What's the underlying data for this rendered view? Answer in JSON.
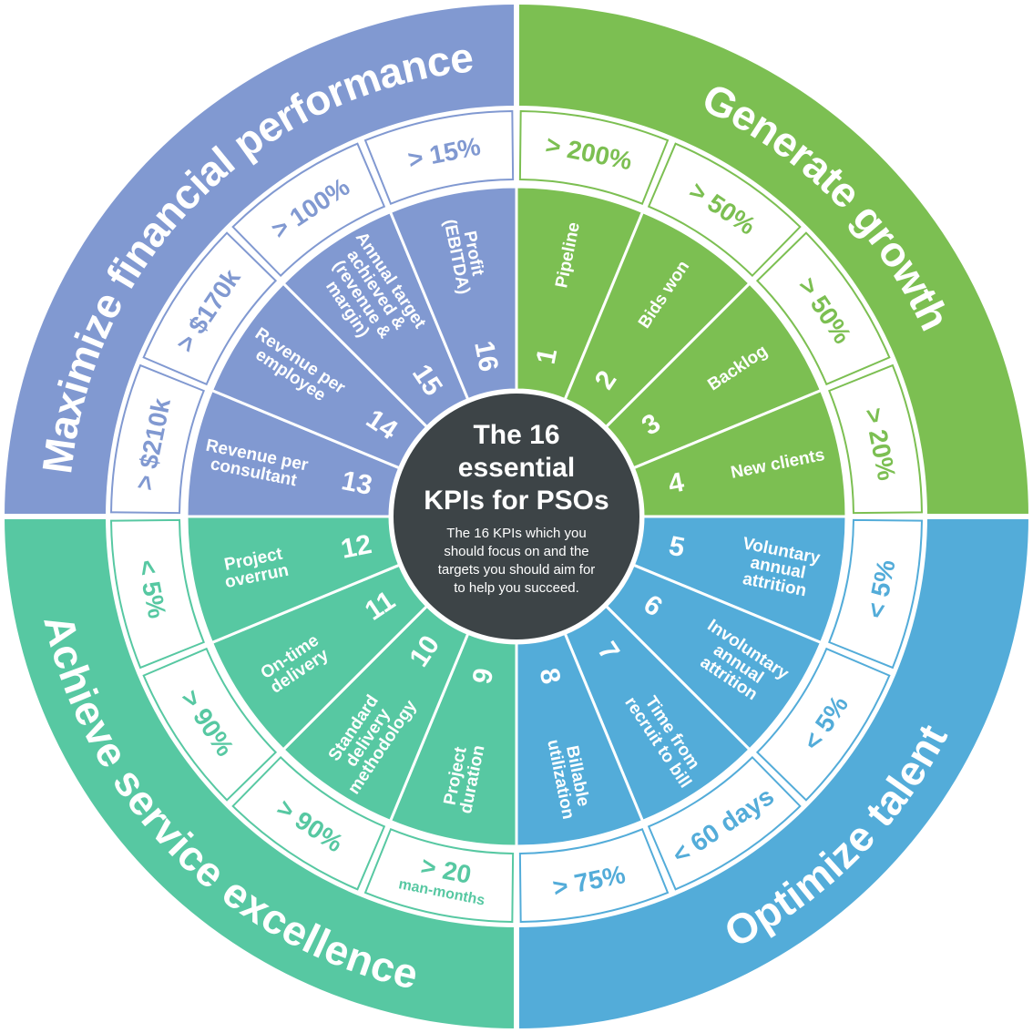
{
  "colors": {
    "financial": "#8199d1",
    "growth": "#7cbf52",
    "talent": "#53acd9",
    "service": "#57c8a2",
    "center": "#3d4447",
    "paper": "#ffffff"
  },
  "quadrants": [
    {
      "key": "financial",
      "title": "Maximize financial performance"
    },
    {
      "key": "growth",
      "title": "Generate growth"
    },
    {
      "key": "talent",
      "title": "Optimize talent"
    },
    {
      "key": "service",
      "title": "Achieve service excellence"
    }
  ],
  "kpis": [
    {
      "num": "1",
      "label": [
        "Pipeline"
      ],
      "target": "> 200%",
      "quadrant": "growth"
    },
    {
      "num": "2",
      "label": [
        "Bids won"
      ],
      "target": "> 50%",
      "quadrant": "growth"
    },
    {
      "num": "3",
      "label": [
        "Backlog"
      ],
      "target": "> 50%",
      "quadrant": "growth"
    },
    {
      "num": "4",
      "label": [
        "New clients"
      ],
      "target": "> 20%",
      "quadrant": "growth"
    },
    {
      "num": "5",
      "label": [
        "Voluntary",
        "annual",
        "attrition"
      ],
      "target": "< 5%",
      "quadrant": "talent"
    },
    {
      "num": "6",
      "label": [
        "Involuntary",
        "annual",
        "attrition"
      ],
      "target": "< 5%",
      "quadrant": "talent"
    },
    {
      "num": "7",
      "label": [
        "Time from",
        "recruit to bill"
      ],
      "target": "< 60 days",
      "quadrant": "talent"
    },
    {
      "num": "8",
      "label": [
        "Billable",
        "utilization"
      ],
      "target": "> 75%",
      "quadrant": "talent"
    },
    {
      "num": "9",
      "label": [
        "Project",
        "duration"
      ],
      "target": "> 20",
      "target_sub": "man-months",
      "quadrant": "service"
    },
    {
      "num": "10",
      "label": [
        "Standard",
        "delivery",
        "methodology"
      ],
      "target": "> 90%",
      "quadrant": "service"
    },
    {
      "num": "11",
      "label": [
        "On-time",
        "delivery"
      ],
      "target": "> 90%",
      "quadrant": "service"
    },
    {
      "num": "12",
      "label": [
        "Project",
        "overrun"
      ],
      "target": "< 5%",
      "quadrant": "service"
    },
    {
      "num": "13",
      "label": [
        "Revenue per",
        "consultant"
      ],
      "target": "> $210k",
      "quadrant": "financial"
    },
    {
      "num": "14",
      "label": [
        "Revenue per",
        "employee"
      ],
      "target": "> $170k",
      "quadrant": "financial"
    },
    {
      "num": "15",
      "label": [
        "Annual target",
        "achieved &",
        "(revenue &",
        "margin)"
      ],
      "target": "> 100%",
      "quadrant": "financial"
    },
    {
      "num": "16",
      "label": [
        "Profit",
        "(EBITDA)"
      ],
      "target": "> 15%",
      "quadrant": "financial"
    }
  ],
  "center": {
    "title": [
      "The 16",
      "essential",
      "KPIs for PSOs"
    ],
    "subtitle": [
      "The 16 KPIs which you",
      "should focus on and the",
      "targets you should aim for",
      "to help you succeed."
    ]
  }
}
